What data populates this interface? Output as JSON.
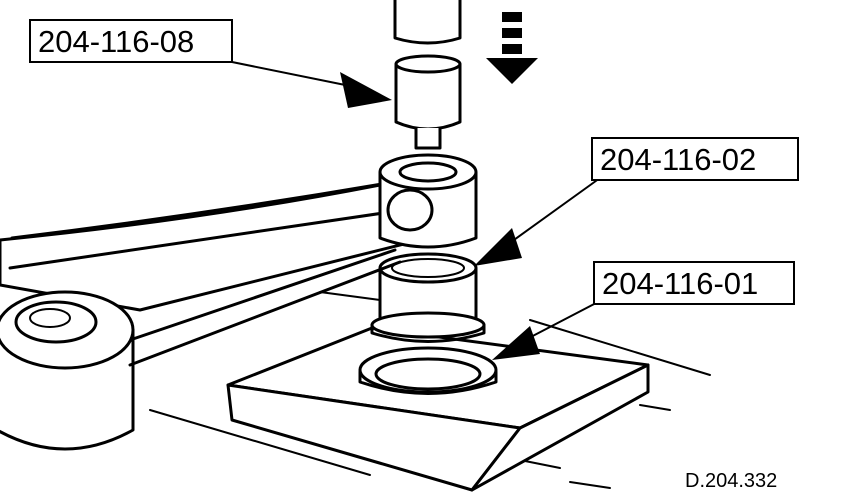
{
  "callouts": {
    "tool_08": "204-116-08",
    "tool_02": "204-116-02",
    "tool_01": "204-116-01"
  },
  "figure_ref": "D.204.332"
}
